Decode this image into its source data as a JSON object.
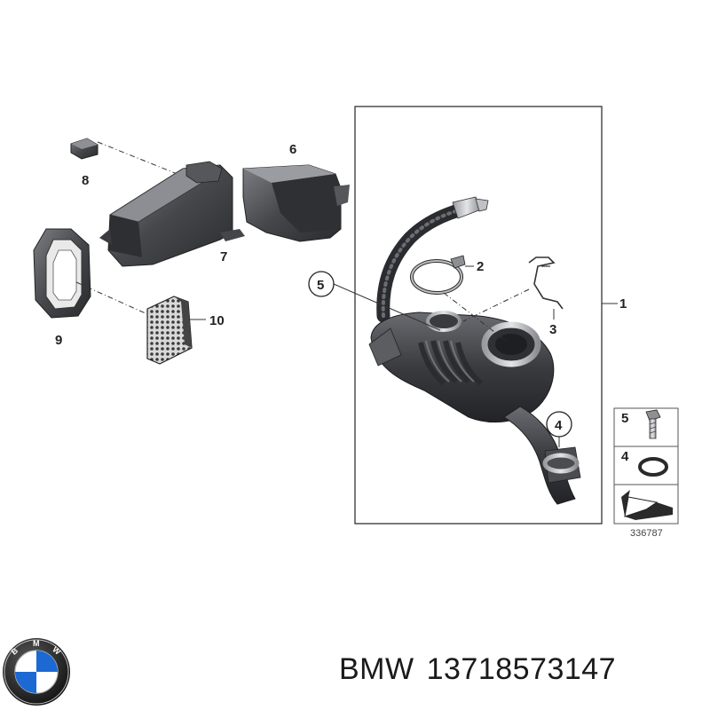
{
  "callouts": {
    "c1": "1",
    "c2": "2",
    "c3": "3",
    "c4": "4",
    "c5": "5",
    "c6": "6",
    "c7": "7",
    "c8": "8",
    "c9": "9",
    "c10": "10"
  },
  "legend": {
    "row1": "5",
    "row2": "4",
    "diagram_number": "336787"
  },
  "logo": {
    "letters": "BMW",
    "brand_colors": {
      "blue": "#1c69d4",
      "white": "#ffffff",
      "ring": "#1a1a1a"
    }
  },
  "footer": {
    "brand": "BMW",
    "part_number": "13718573147"
  }
}
